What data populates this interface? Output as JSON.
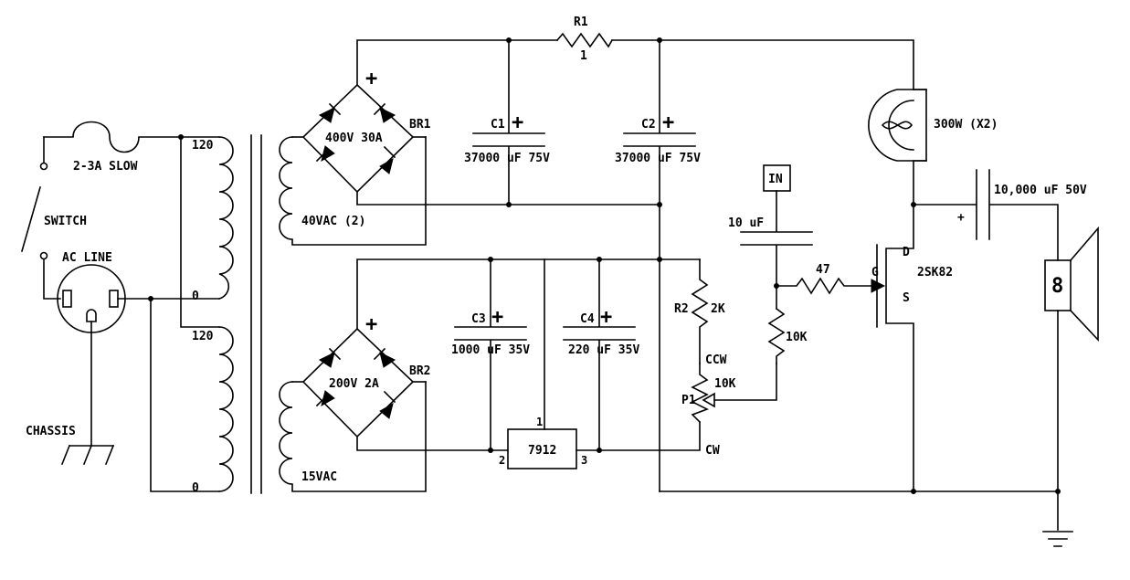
{
  "labels": {
    "r1": "R1",
    "r1_value": "1",
    "c1": "C1",
    "c1_value": "37000 uF 75V",
    "c2": "C2",
    "c2_value": "37000 uF 75V",
    "br1": "BR1",
    "br1_value": "400V 30A",
    "br2": "BR2",
    "br2_value": "200V 2A",
    "c3": "C3",
    "c3_value": "1000 uF 35V",
    "c4": "C4",
    "c4_value": "220 uF 35V",
    "regulator": "7912",
    "reg_pin1": "1",
    "reg_pin2": "2",
    "reg_pin3": "3",
    "fuse": "2-3A SLOW",
    "switch": "SWITCH",
    "ac_line": "AC LINE",
    "chassis": "CHASSIS",
    "primary_top_120": "120",
    "primary_top_0": "0",
    "primary_bot_120": "120",
    "primary_bot_0": "0",
    "sec_40vac": "40VAC (2)",
    "sec_15vac": "15VAC",
    "lamp": "300W (X2)",
    "in_terminal": "IN",
    "cin": "10 uF",
    "cout": "10,000 uF 50V",
    "cout_plus": "+",
    "r_gate": "47",
    "r_bias": "10K",
    "r2": "R2",
    "r2_value": "2K",
    "p1": "P1",
    "p1_value": "10K",
    "ccw": "CCW",
    "cw": "CW",
    "mosfet": "2SK82",
    "pin_d": "D",
    "pin_g": "G",
    "pin_s": "S",
    "speaker": "8",
    "plus": "+"
  }
}
